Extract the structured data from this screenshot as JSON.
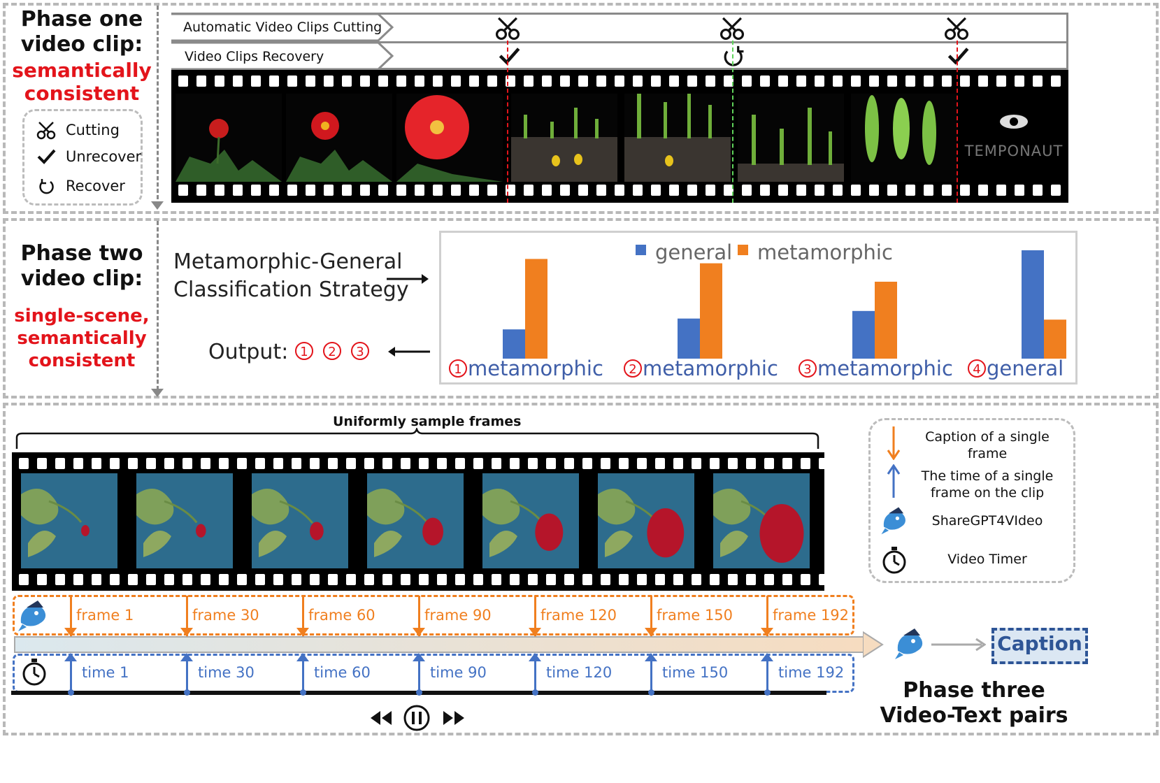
{
  "phase1": {
    "title_line1": "Phase one",
    "title_line2": "video clip:",
    "sub_line1": "semantically",
    "sub_line2": "consistent",
    "legend": [
      {
        "icon": "scissors-icon",
        "label": "Cutting"
      },
      {
        "icon": "check-icon",
        "label": "Unrecover"
      },
      {
        "icon": "recover-icon",
        "label": "Recover"
      }
    ],
    "bar1_label": "Automatic Video Clips Cutting",
    "bar2_label": "Video Clips Recovery",
    "film_logo_text": "TEMPONAUT"
  },
  "phase2": {
    "title_line1": "Phase two",
    "title_line2": "video clip:",
    "sub_line1": "single-scene,",
    "sub_line2": "semantically",
    "sub_line3": "consistent",
    "strategy_line1": "Metamorphic-General",
    "strategy_line2": "Classification Strategy",
    "output_label": "Output:",
    "output_marks": [
      "1",
      "2",
      "3"
    ]
  },
  "chart_data": {
    "type": "bar",
    "categories": [
      "metamorphic",
      "metamorphic",
      "metamorphic",
      "general"
    ],
    "category_marks": [
      "1",
      "2",
      "3",
      "4"
    ],
    "series": [
      {
        "name": "general",
        "values": [
          0.27,
          0.37,
          0.44,
          1.0
        ]
      },
      {
        "name": "metamorphic",
        "values": [
          0.92,
          0.88,
          0.71,
          0.36
        ]
      }
    ],
    "colors": {
      "general": "#4472c4",
      "metamorphic": "#f07f1f"
    },
    "legend_position": "top",
    "ylim": [
      0,
      1.0
    ],
    "grid": false
  },
  "phase3": {
    "sample_label": "Uniformly sample frames",
    "frames": [
      "frame 1",
      "frame 30",
      "frame 60",
      "frame 90",
      "frame 120",
      "frame 150",
      "frame 192"
    ],
    "times": [
      "time 1",
      "time 30",
      "time 60",
      "time 90",
      "time 120",
      "time 150",
      "time 192"
    ],
    "legend": [
      {
        "icon": "orange-down-arrow-icon",
        "label": "Caption of a single frame"
      },
      {
        "icon": "blue-up-arrow-icon",
        "label": "The time of a single frame on the clip"
      },
      {
        "icon": "dolphin-icon",
        "label": "ShareGPT4VIdeo"
      },
      {
        "icon": "timer-icon",
        "label": "Video Timer"
      }
    ],
    "caption_label": "Caption",
    "title_line1": "Phase three",
    "title_line2": "Video-Text pairs"
  },
  "colors": {
    "accent_red": "#e3141b",
    "orange": "#f07f1f",
    "blue": "#4472c4"
  }
}
